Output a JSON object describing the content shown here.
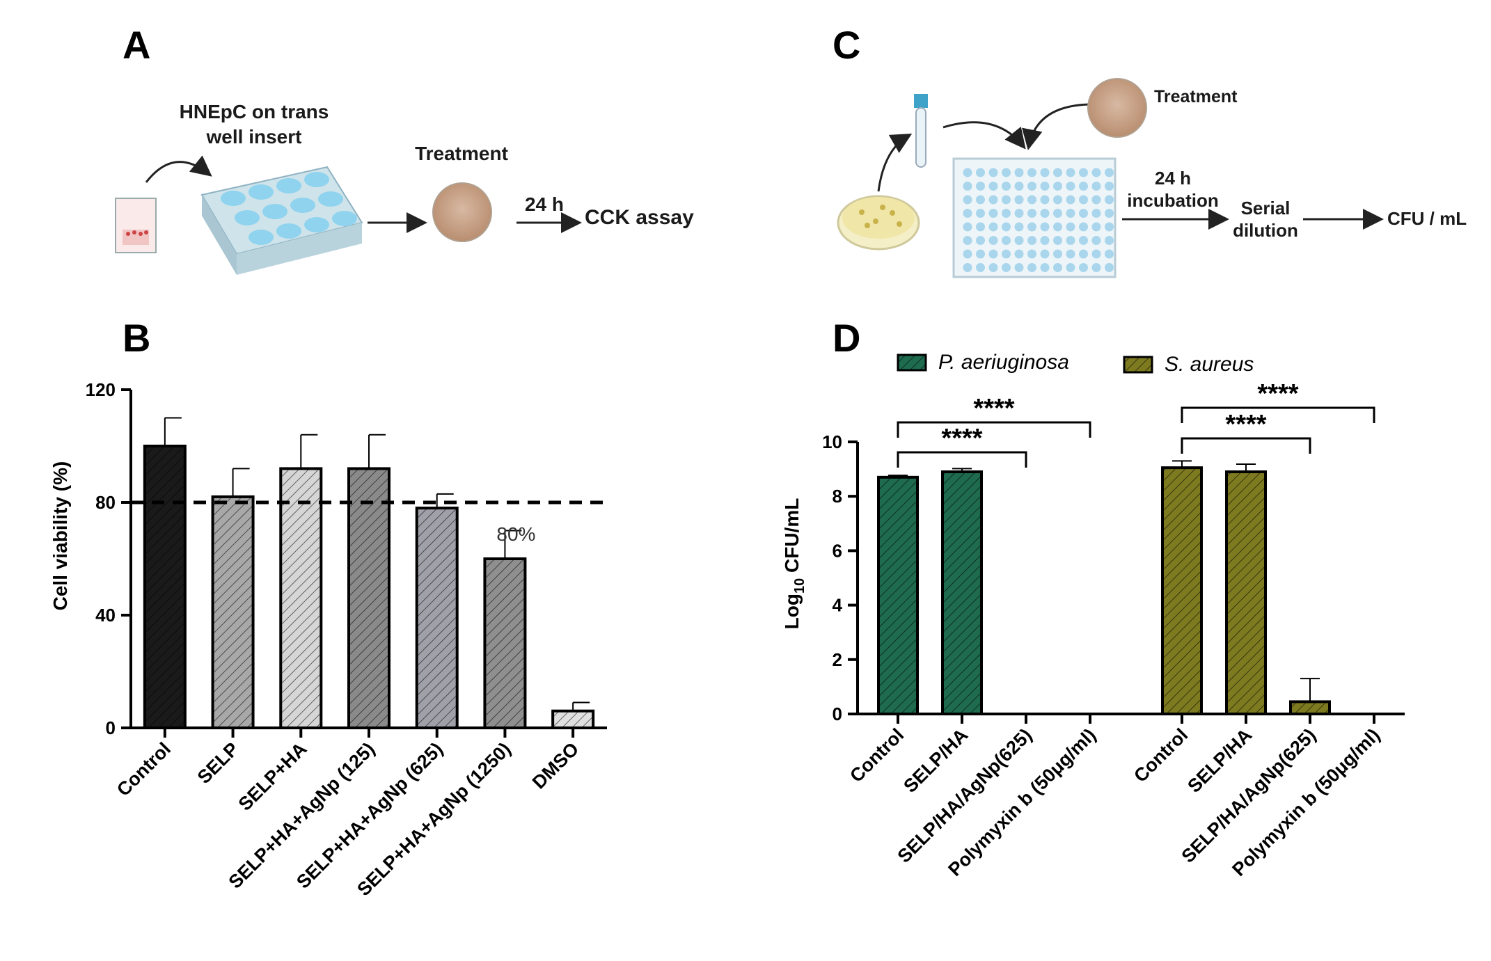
{
  "panels": {
    "a": "A",
    "b": "B",
    "c": "C",
    "d": "D"
  },
  "schematic_a": {
    "cells_label_1": "HNEpC on trans",
    "cells_label_2": "well insert",
    "treatment": "Treatment",
    "time": "24 h",
    "assay": "CCK assay"
  },
  "schematic_c": {
    "treatment": "Treatment",
    "time": "24 h",
    "incubation": "incubation",
    "serial_1": "Serial",
    "serial_2": "dilution",
    "result": "CFU / mL"
  },
  "chart_data": [
    {
      "panel": "B",
      "type": "bar",
      "ylabel": "Cell viability (%)",
      "ylim": [
        0,
        120
      ],
      "yticks": [
        "0",
        "40",
        "80",
        "120"
      ],
      "categories": [
        "Control",
        "SELP",
        "SELP+HA",
        "SELP+HA+AgNp (125)",
        "SELP+HA+AgNp (625)",
        "SELP+HA+AgNp (1250)",
        "DMSO"
      ],
      "values": [
        100,
        82,
        92,
        92,
        78,
        60,
        6
      ],
      "errors": [
        10,
        10,
        12,
        12,
        5,
        10,
        3
      ],
      "fill_colors": [
        "#1a1a1a",
        "#a8a8a8",
        "#d6d6d6",
        "#8a8a8a",
        "#a0a0a8",
        "#8f8f8f",
        "#e0e0e0"
      ],
      "reference_line": {
        "value": 80,
        "label": "80%"
      }
    },
    {
      "panel": "D",
      "type": "bar",
      "ylabel_main": "Log",
      "ylabel_sub": "10",
      "ylabel_rest": " CFU/mL",
      "ylim": [
        0,
        10
      ],
      "yticks": [
        "0",
        "2",
        "4",
        "6",
        "8",
        "10"
      ],
      "categories": [
        "Control",
        "SELP/HA",
        "SELP/HA/AgNp(625)",
        "Polymyxin b (50μg/ml)"
      ],
      "series": [
        {
          "name": "P. aeriuginosa",
          "color": "#1e6b4f",
          "values": [
            8.7,
            8.9,
            0,
            0
          ],
          "errors": [
            0.07,
            0.12,
            0,
            0
          ]
        },
        {
          "name": "S. aureus",
          "color": "#7d7a20",
          "values": [
            9.05,
            8.9,
            0.45,
            0
          ],
          "errors": [
            0.25,
            0.28,
            0.85,
            0
          ]
        }
      ],
      "significance": "****"
    }
  ]
}
